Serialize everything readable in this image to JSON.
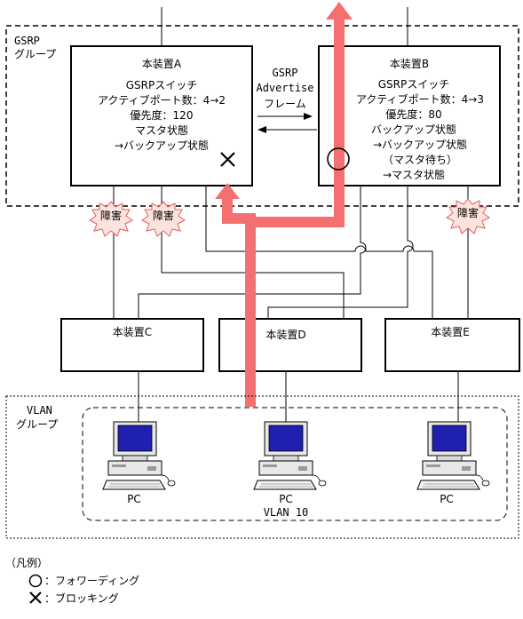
{
  "groups": {
    "gsrp": {
      "line1": "GSRP",
      "line2": "グループ"
    },
    "vlan": {
      "line1": "VLAN",
      "line2": "グループ"
    }
  },
  "device_a": {
    "name": "本装置A",
    "lines": [
      "GSRPスイッチ",
      "アクティブポート数：4→2",
      "優先度：120",
      "マスタ状態",
      "→バックアップ状態"
    ]
  },
  "device_b": {
    "name": "本装置B",
    "lines": [
      "GSRPスイッチ",
      "アクティブポート数：4→3",
      "優先度：80",
      "バックアップ状態",
      "→バックアップ状態",
      "（マスタ待ち）",
      "→マスタ状態"
    ]
  },
  "advertise": {
    "line1": "GSRP",
    "line2": "Advertise",
    "line3": "フレーム"
  },
  "device_c": {
    "name": "本装置C"
  },
  "device_d": {
    "name": "本装置D"
  },
  "device_e": {
    "name": "本装置E"
  },
  "failure_label": "障害",
  "pcs": {
    "left": "PC",
    "center": "PC",
    "right": "PC"
  },
  "vlan_label": "VLAN 10",
  "legend": {
    "title": "（凡例）",
    "forwarding": "：フォワーディング",
    "blocking": "：ブロッキング"
  },
  "colors": {
    "path": "#f47070",
    "burst_fill": "#fde3de",
    "burst_stroke": "#e06060",
    "monitor": "#1f1fb0"
  }
}
